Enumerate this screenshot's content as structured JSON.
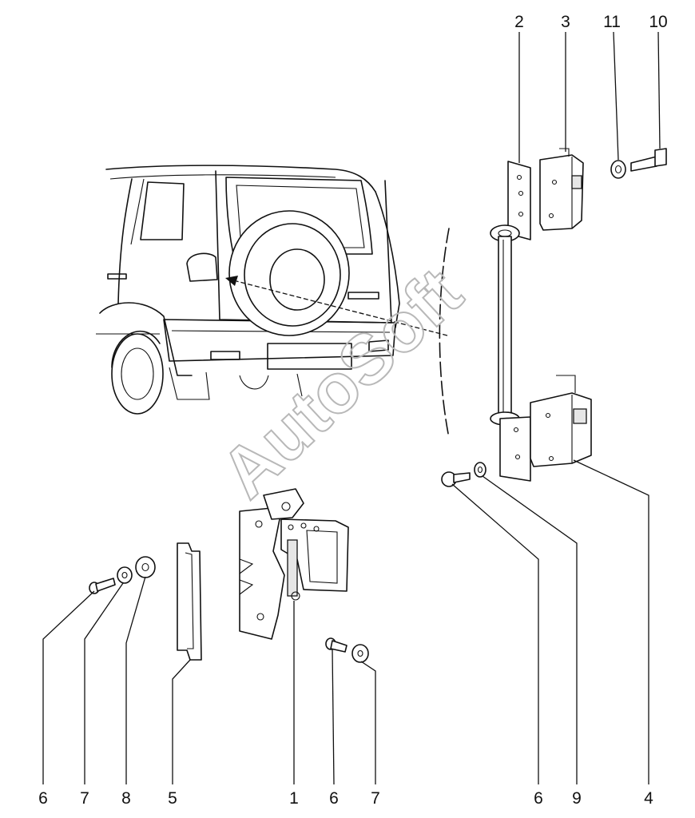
{
  "watermark": "AutoSoft",
  "callouts": {
    "top": [
      "2",
      "3",
      "11",
      "10"
    ],
    "bottom": [
      "6",
      "7",
      "8",
      "5",
      "1",
      "6",
      "7",
      "6",
      "9",
      "4"
    ]
  }
}
